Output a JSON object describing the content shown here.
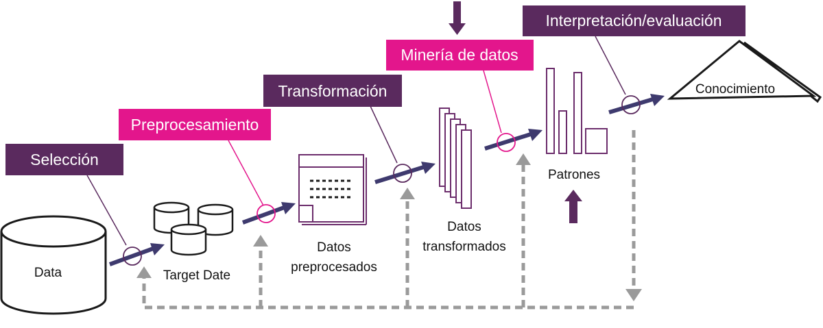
{
  "diagram": {
    "stages": {
      "selection": "Selección",
      "preprocessing": "Preprocesamiento",
      "transformation": "Transformación",
      "data_mining": "Minería de datos",
      "interpretation": "Interpretación/evaluación"
    },
    "nodes": {
      "data": "Data",
      "target_data": "Target Date",
      "preprocessed_line1": "Datos",
      "preprocessed_line2": "preprocesados",
      "transformed_line1": "Datos",
      "transformed_line2": "transformados",
      "patterns": "Patrones",
      "knowledge": "Conocimiento"
    },
    "colors": {
      "dark_purple": "#5a2a5e",
      "magenta": "#e3168c",
      "arrow_navy": "#3e3a6e",
      "feedback_gray": "#9a9a9a",
      "outline_purple": "#6b2c6b"
    }
  }
}
